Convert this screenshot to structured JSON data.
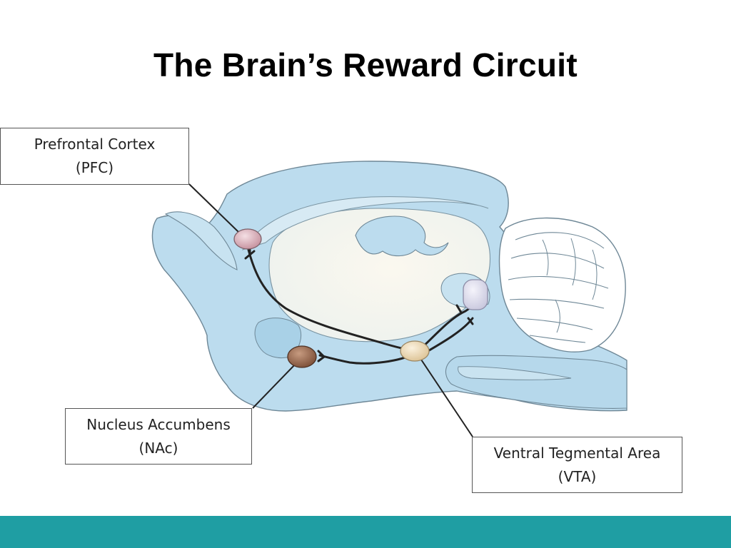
{
  "title": "The Brain’s Reward Circuit",
  "labels": {
    "pfc": {
      "line1": "Prefrontal Cortex",
      "line2": "(PFC)"
    },
    "nac": {
      "line1": "Nucleus Accumbens",
      "line2": "(NAc)"
    },
    "vta": {
      "line1": "Ventral Tegmental Area",
      "line2": "(VTA)"
    }
  },
  "colors": {
    "brain_fill": "#bcdcee",
    "brain_stroke": "#6e8796",
    "inner_fill": "#f7f5ec",
    "pathway": "#222222",
    "pfc_node": "#d9aeb8",
    "nac_node": "#9a6a50",
    "vta_node": "#f0dcb4",
    "hind_node": "#e7e6f3",
    "footer_bar": "#1f9ea3"
  }
}
